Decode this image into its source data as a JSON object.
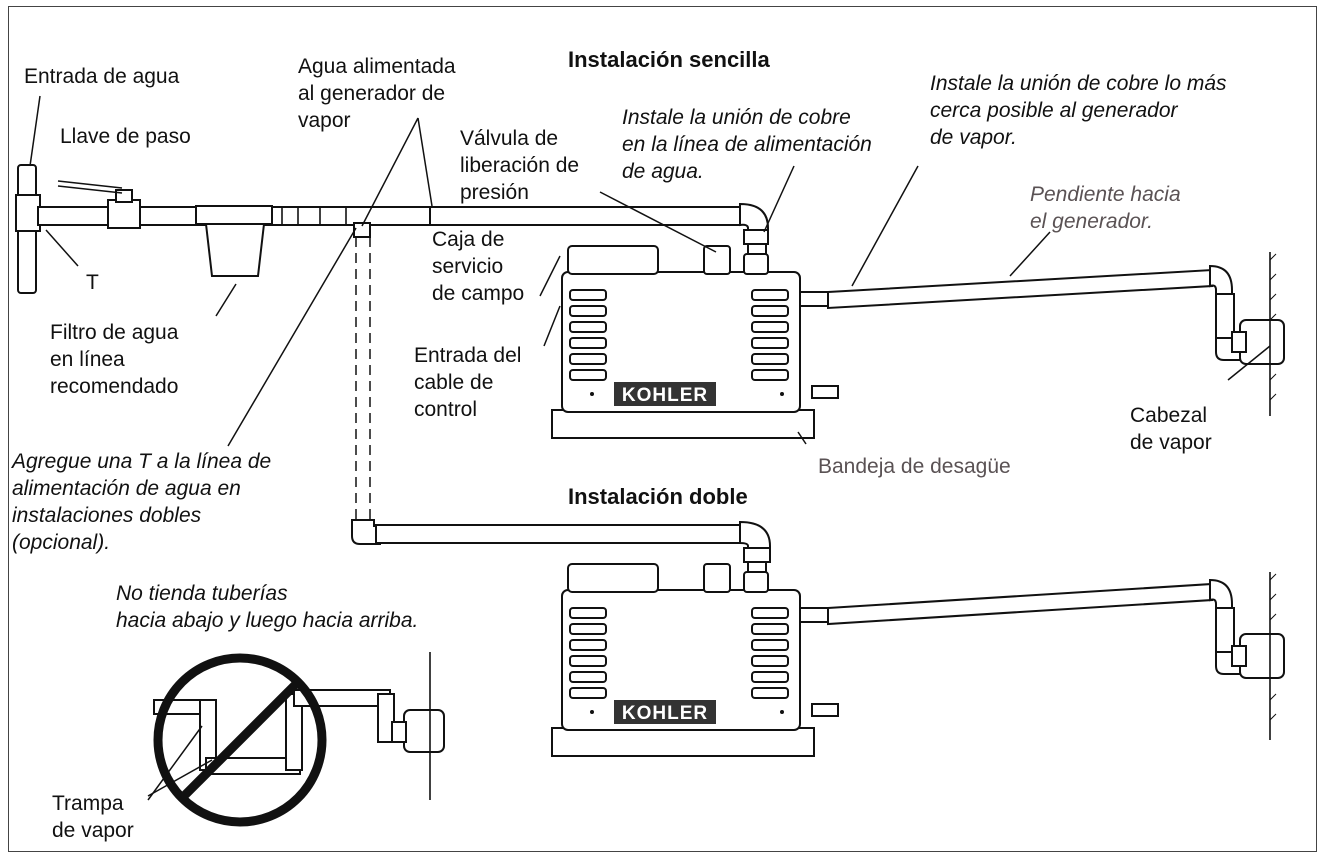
{
  "labels": {
    "entrada_agua": "Entrada de agua",
    "llave_paso": "Llave de paso",
    "t": "T",
    "filtro_1": "Filtro de agua",
    "filtro_2": "en línea",
    "filtro_3": "recomendado",
    "agua_alim_1": "Agua alimentada",
    "agua_alim_2": "al generador de",
    "agua_alim_3": "vapor",
    "valvula_1": "Válvula de",
    "valvula_2": "liberación de",
    "valvula_3": "presión",
    "caja_1": "Caja de",
    "caja_2": "servicio",
    "caja_3": "de campo",
    "entrada_cable_1": "Entrada del",
    "entrada_cable_2": "cable de",
    "entrada_cable_3": "control",
    "instalacion_sencilla": "Instalación sencilla",
    "instalacion_doble": "Instalación doble",
    "union_linea_1": "Instale la unión de cobre",
    "union_linea_2": "en la línea de alimentación",
    "union_linea_3": "de agua.",
    "union_gen_1": "Instale la unión de cobre lo más",
    "union_gen_2": "cerca posible al generador",
    "union_gen_3": "de vapor.",
    "pendiente_1": "Pendiente hacia",
    "pendiente_2": "el generador.",
    "cabezal_1": "Cabezal",
    "cabezal_2": "de vapor",
    "bandeja": "Bandeja de desagüe",
    "agregue_1": "Agregue una T a la línea de",
    "agregue_2": "alimentación de agua en",
    "agregue_3": "instalaciones dobles",
    "agregue_4": "(opcional).",
    "no_tienda_1": "No tienda tuberías",
    "no_tienda_2": "hacia abajo y luego hacia arriba.",
    "trampa_1": "Trampa",
    "trampa_2": "de vapor",
    "brand": "KOHLER"
  },
  "colors": {
    "annotation_gray": "#5a5254",
    "line": "#111111"
  }
}
